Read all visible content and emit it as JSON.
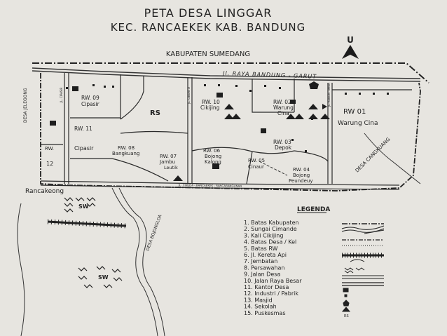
{
  "map": {
    "title_line1": "PETA DESA LINGGAR",
    "title_line2": "KEC. RANCAEKEK KAB. BANDUNG",
    "north_label": "U",
    "labels": {
      "kabupaten": "KABUPATEN SUMEDANG",
      "main_road": "Jl. RAYA BANDUNG - GARUT",
      "desa_jelegong": "DESA JELEGONG",
      "desa_cangkuang": "DESA CANGKUANG",
      "desa_bojongloa": "DESA BOJONGLOA",
      "rancaekeong": "Rancakeong",
      "rs": "RS",
      "sw": "SW",
      "road_small_1": "JL. CIPASIR",
      "road_small_2": "JL. CIBUNTU",
      "road_small_3": "JL. KEBON TIMUR",
      "road_bottom": "JL. CIKUDA - RANCAEKEK - RANCABANGUNAN",
      "rw01": "RW 01",
      "warung_cina_big": "Warung Cina"
    },
    "rw_areas": [
      {
        "id": "rw09",
        "line1": "RW. 09",
        "line2": "Cipasir"
      },
      {
        "id": "rw11",
        "line1": "RW. 11",
        "line2": ""
      },
      {
        "id": "cipasir",
        "line1": "Cipasir",
        "line2": ""
      },
      {
        "id": "rw12a",
        "line1": "RW.",
        "line2": ""
      },
      {
        "id": "rw12b",
        "line1": "12",
        "line2": ""
      },
      {
        "id": "rw08",
        "line1": "RW. 08",
        "line2": "Bangkuang"
      },
      {
        "id": "rw07",
        "line1": "RW. 07",
        "line2": "Jambu"
      },
      {
        "id": "rw07b",
        "line1": "Leutik",
        "line2": ""
      },
      {
        "id": "rw06",
        "line1": "RW. 06",
        "line2": "Bojong"
      },
      {
        "id": "rw06b",
        "line1": "Kalong",
        "line2": ""
      },
      {
        "id": "rw10",
        "line1": "RW. 10",
        "line2": "Cikijing"
      },
      {
        "id": "rw02",
        "line1": "RW. 02",
        "line2": "Warung"
      },
      {
        "id": "rw02b",
        "line1": "Cina",
        "line2": ""
      },
      {
        "id": "rw03",
        "line1": "RW. 03",
        "line2": "Depok"
      },
      {
        "id": "rw05",
        "line1": "RW. 05",
        "line2": "Cinaur"
      },
      {
        "id": "rw04",
        "line1": "RW. 04",
        "line2": "Bojong"
      },
      {
        "id": "rw04b",
        "line1": "Peundeuy",
        "line2": ""
      }
    ],
    "legend": {
      "title": "LEGENDA",
      "items": [
        "1. Batas Kabupaten",
        "2. Sungai Cimande",
        "3. Kali Cikijing",
        "4. Batas Desa / Kel",
        "5. Batas RW",
        "6. Jl. Kereta Api",
        "7. Jembatan",
        "8. Persawahan",
        "9. Jalan Desa",
        "10. Jalan Raya Besar",
        "11. Kantor Desa",
        "12. Industri / Pabrik",
        "13. Masjid",
        "14. Sekolah",
        "15. Puskesmas"
      ]
    }
  }
}
